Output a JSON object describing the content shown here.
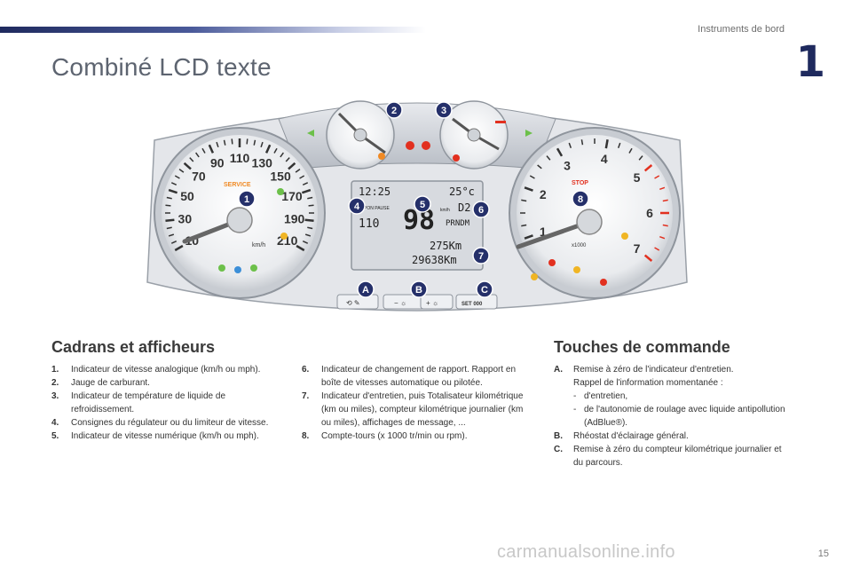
{
  "header": {
    "section_title": "Instruments de bord",
    "chapter_number": "1"
  },
  "page_title": "Combiné LCD texte",
  "cluster": {
    "speedo_ticks": [
      "10",
      "30",
      "50",
      "70",
      "90",
      "110",
      "130",
      "150",
      "170",
      "190",
      "210"
    ],
    "speedo_unit": "km/h",
    "speedo_service": "SERVICE",
    "tacho_ticks": [
      "1",
      "2",
      "3",
      "4",
      "5",
      "6",
      "7"
    ],
    "tacho_stop": "STOP",
    "tacho_unit": "x1000",
    "display": {
      "time": "12:25",
      "temperature": "25°c",
      "speed": "98",
      "speed_unit": "km/h",
      "gear": "D2",
      "gear_options": "PRNDM",
      "pon_pause": "PON PAUSE",
      "set_speed": "110",
      "trip": "275Km",
      "total": "29638Km"
    },
    "callouts": [
      "1",
      "2",
      "3",
      "4",
      "5",
      "6",
      "7",
      "8",
      "A",
      "B",
      "C"
    ],
    "buttons": {
      "a_label": "⟲ ✎",
      "b_label": "− ☼",
      "c_label": "+ ☼",
      "set_label": "SET 000"
    }
  },
  "section_left": {
    "title": "Cadrans et afficheurs",
    "items_col1": [
      {
        "num": "1.",
        "text": "Indicateur de vitesse analogique (km/h ou mph)."
      },
      {
        "num": "2.",
        "text": "Jauge de carburant."
      },
      {
        "num": "3.",
        "text": "Indicateur de température de liquide de refroidissement."
      },
      {
        "num": "4.",
        "text": "Consignes du régulateur ou du limiteur de vitesse."
      },
      {
        "num": "5.",
        "text": "Indicateur de vitesse numérique (km/h ou mph)."
      }
    ],
    "items_col2": [
      {
        "num": "6.",
        "text": "Indicateur de changement de rapport. Rapport en boîte de vitesses automatique ou pilotée."
      },
      {
        "num": "7.",
        "text": "Indicateur d'entretien, puis Totalisateur kilométrique (km ou miles), compteur kilométrique journalier (km ou miles), affichages de message, ..."
      },
      {
        "num": "8.",
        "text": "Compte-tours (x 1000 tr/min ou rpm)."
      }
    ]
  },
  "section_right": {
    "title": "Touches de commande",
    "item_a_num": "A.",
    "item_a_text": "Remise à zéro de l'indicateur d'entretien.",
    "item_a_sub": "Rappel de l'information momentanée :",
    "item_a_bullets": [
      "d'entretien,",
      "de l'autonomie de roulage avec liquide antipollution (AdBlue®)."
    ],
    "item_b_num": "B.",
    "item_b_text": "Rhéostat d'éclairage général.",
    "item_c_num": "C.",
    "item_c_text": "Remise à zéro du compteur kilométrique journalier et du parcours."
  },
  "page_number": "15",
  "watermark": "carmanualsonline.info",
  "colors": {
    "brand_navy": "#1f2a5e",
    "callout_navy": "#25306a",
    "warning_red": "#e2301f",
    "lcd_bg": "#d7dadf"
  }
}
